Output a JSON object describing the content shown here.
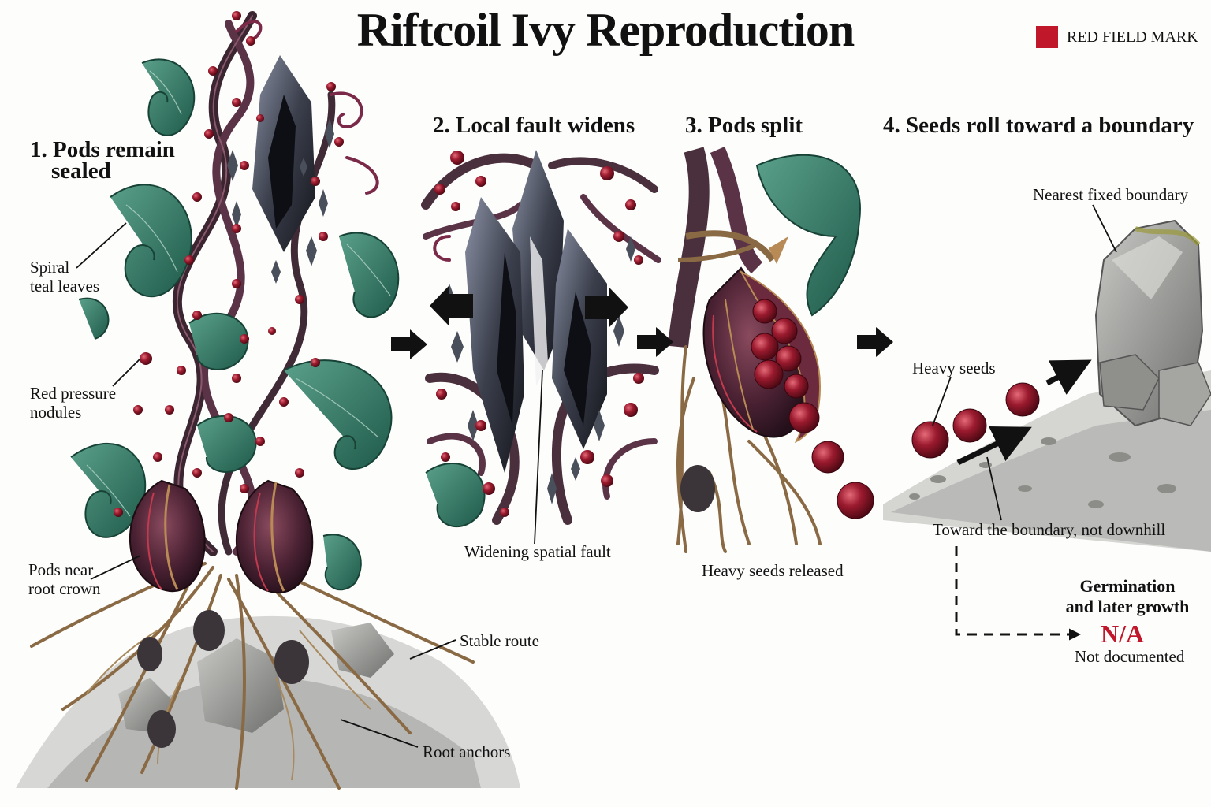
{
  "title": "Riftcoil Ivy Reproduction",
  "legend": {
    "label": "RED FIELD MARK",
    "color": "#c0172b"
  },
  "steps": [
    {
      "label": "1. Pods remain",
      "label2": "sealed"
    },
    {
      "label": "2. Local fault widens"
    },
    {
      "label": "3. Pods split"
    },
    {
      "label": "4. Seeds roll toward a boundary"
    }
  ],
  "labels": {
    "spiral_leaves": [
      "Spiral",
      "teal leaves"
    ],
    "red_nodules": [
      "Red pressure",
      "nodules"
    ],
    "pods_near": [
      "Pods near",
      "root crown"
    ],
    "stable_route": "Stable route",
    "root_anchors": "Root anchors",
    "widening_fault": "Widening spatial fault",
    "heavy_released": "Heavy seeds released",
    "nearest_boundary": "Nearest fixed boundary",
    "heavy_seeds": "Heavy seeds",
    "toward_boundary": "Toward the boundary, not downhill"
  },
  "outcome": {
    "heading": [
      "Germination",
      "and later growth"
    ],
    "value": "N/A",
    "note": "Not documented",
    "value_color": "#c0172b"
  },
  "colors": {
    "leaf": "#2f7d6a",
    "stem": "#4a2f3c",
    "seed": "#9b1a2e",
    "crystal": "#3b3f4c",
    "root": "#8a6a44",
    "rock": "#9a9a98"
  }
}
